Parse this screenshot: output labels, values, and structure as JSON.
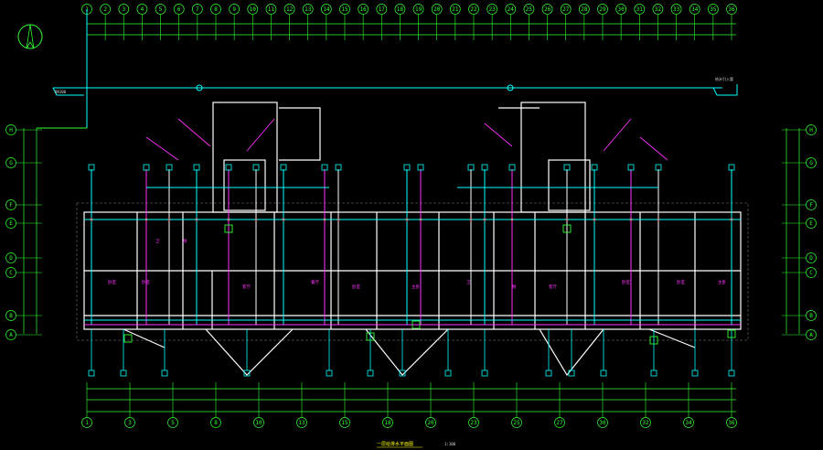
{
  "drawing": {
    "title": "一层给排水平面图",
    "scale": "1:100",
    "colors": {
      "background": "#000000",
      "grid": "#33ff33",
      "wall": "#ffffff",
      "pipe_cyan": "#00ffff",
      "pipe_magenta": "#ff33ff",
      "dimension": "#33ff33",
      "text_yellow": "#ffff00",
      "riser_red": "#ff3333"
    }
  },
  "axes": {
    "top": [
      "1",
      "2",
      "3",
      "4",
      "5",
      "6",
      "7",
      "8",
      "9",
      "10",
      "11",
      "12",
      "13",
      "14",
      "15",
      "16",
      "17",
      "18",
      "19",
      "20",
      "21",
      "22",
      "23",
      "24",
      "25",
      "26",
      "27",
      "28",
      "29",
      "30",
      "31",
      "32",
      "33",
      "34",
      "35",
      "36"
    ],
    "bottom": [
      "1",
      "3",
      "5",
      "8",
      "10",
      "13",
      "15",
      "18",
      "20",
      "23",
      "25",
      "27",
      "30",
      "32",
      "34",
      "36"
    ],
    "left": [
      "H",
      "G",
      "F",
      "E",
      "D",
      "C",
      "B",
      "A"
    ],
    "right": [
      "H",
      "G",
      "F",
      "E",
      "D",
      "C",
      "B",
      "A"
    ]
  },
  "rooms": [
    "卧室",
    "卧室",
    "卫",
    "厨",
    "客厅",
    "餐厅",
    "卧室",
    "主卧",
    "卫",
    "厨",
    "客厅",
    "卧室",
    "卧室",
    "主卧"
  ]
}
